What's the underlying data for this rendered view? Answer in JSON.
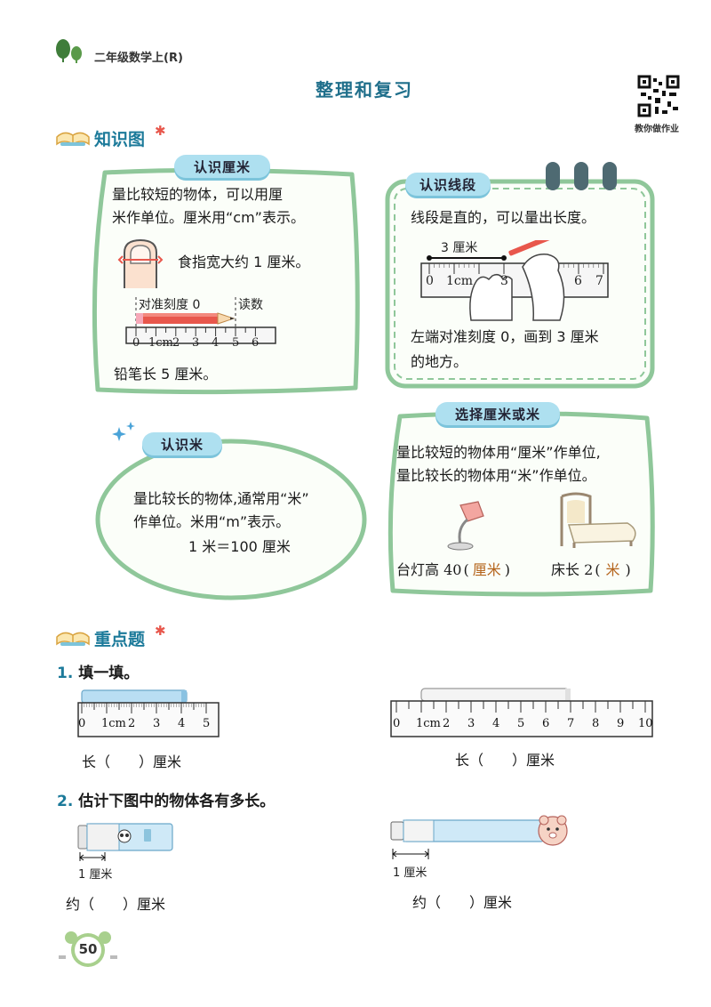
{
  "header": {
    "book": "二年级数学上(R)"
  },
  "page_title": "整理和复习",
  "qr": {
    "caption": "教你做作业"
  },
  "knowledge_map": {
    "heading": "知识图",
    "cm_card": {
      "label": "认识厘米",
      "text1": "量比较短的物体，可以用厘",
      "text2": "米作单位。厘米用“cm”表示。",
      "finger_note": "食指宽大约 1 厘米。",
      "align_label": "对准刻度 0",
      "read_label": "读数",
      "ticks": [
        "0",
        "1cm",
        "2",
        "3",
        "4",
        "5",
        "6"
      ],
      "conclusion": "铅笔长 5 厘米。"
    },
    "segment_card": {
      "label": "认识线段",
      "text1": "线段是直的，可以量出长度。",
      "measure": "3 厘米",
      "ticks": [
        "0",
        "1cm",
        "3",
        "6",
        "7"
      ],
      "text2": "左端对准刻度 0，画到 3 厘米",
      "text3": "的地方。"
    },
    "m_card": {
      "label": "认识米",
      "text1": "量比较长的物体,通常用“米”",
      "text2": "作单位。米用“m”表示。",
      "text3": "1 米＝100 厘米"
    },
    "choose_card": {
      "label": "选择厘米或米",
      "text1": "量比较短的物体用“厘米”作单位,",
      "text2": "量比较长的物体用“米”作单位。",
      "lamp_prefix": "台灯高 40",
      "lamp_unit": "厘米",
      "bed_prefix": "床长 2",
      "bed_unit": "米",
      "paren_open": "(",
      "paren_close": ")"
    }
  },
  "key_questions": {
    "heading": "重点题",
    "q1": {
      "num": "1.",
      "title": "填一填。",
      "ruler_a_ticks": [
        "0",
        "1cm",
        "2",
        "3",
        "4",
        "5"
      ],
      "ruler_b_ticks": [
        "0",
        "1cm",
        "2",
        "3",
        "4",
        "5",
        "6",
        "7",
        "8",
        "9",
        "10"
      ],
      "blank_a": "长（　　）厘米",
      "blank_b": "长（　　）厘米"
    },
    "q2": {
      "num": "2.",
      "title": "估计下图中的物体各有多长。",
      "unit_a": "1 厘米",
      "unit_b": "1 厘米",
      "blank_a": "约（　　）厘米",
      "blank_b": "约（　　）厘米"
    }
  },
  "page_number": "50",
  "colors": {
    "accent": "#1c7a9a",
    "frame_green": "#8fc79a",
    "pill_blue": "#aee0f0",
    "answer": "#b5651d"
  }
}
